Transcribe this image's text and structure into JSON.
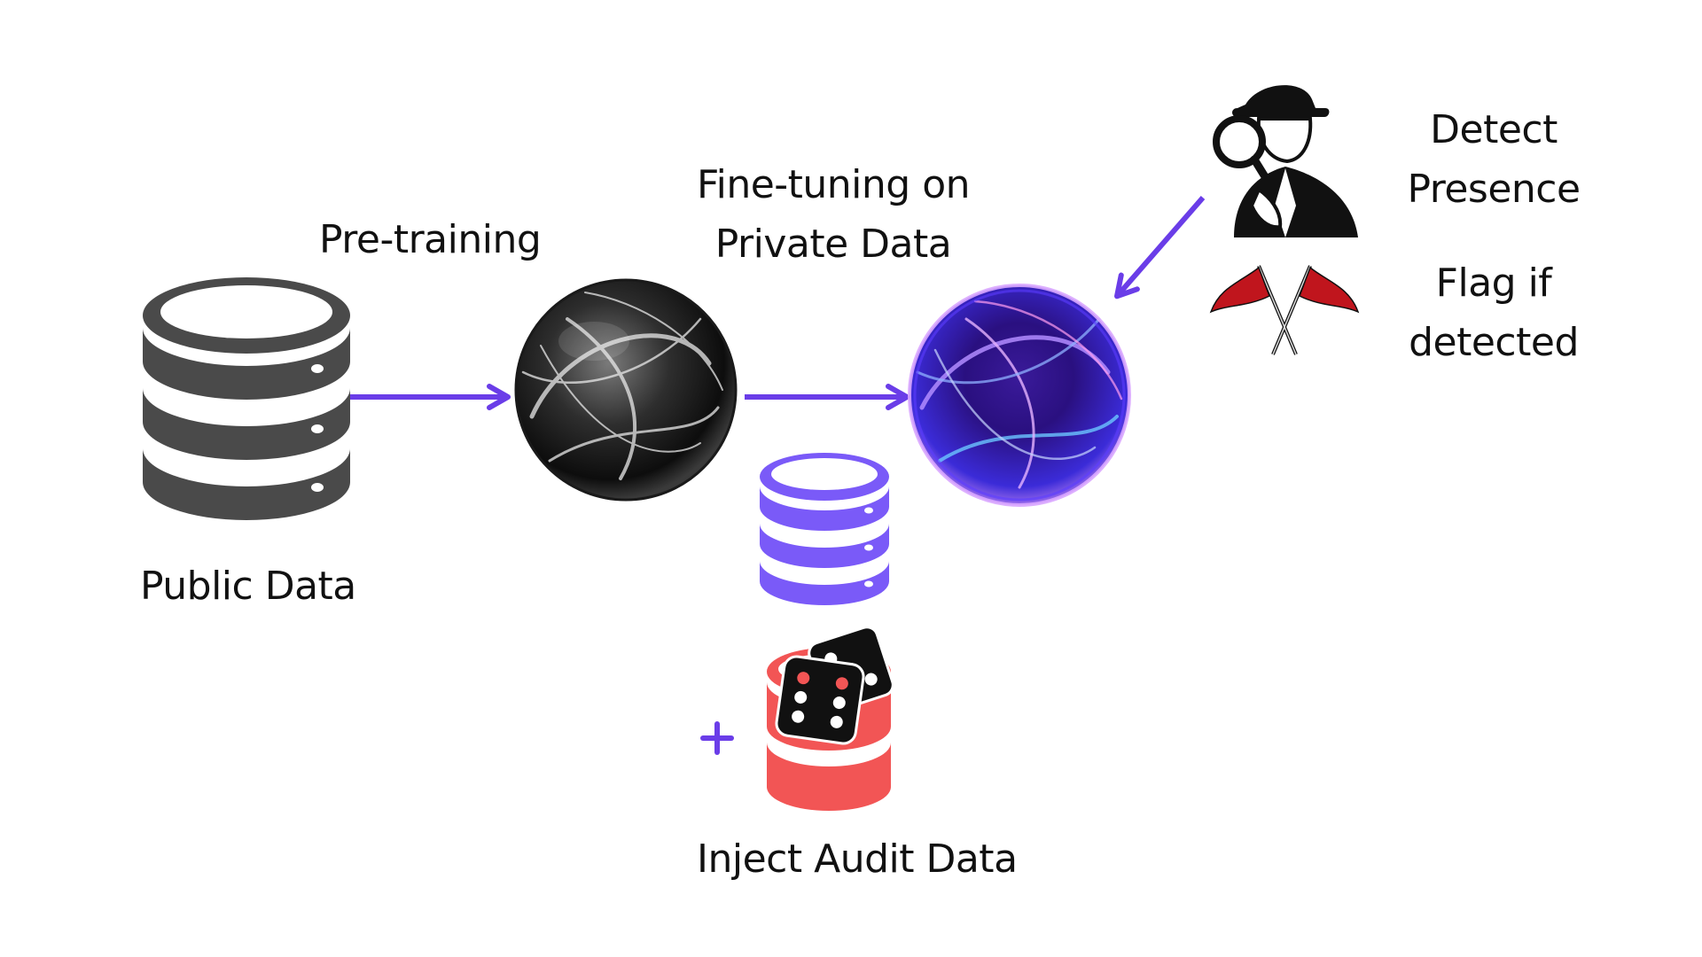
{
  "labels": {
    "pretraining": "Pre-training",
    "finetune_line1": "Fine-tuning on",
    "finetune_line2": "Private Data",
    "public_data": "Public Data",
    "inject_audit": "Inject Audit Data",
    "detect_line1": "Detect",
    "detect_line2": "Presence",
    "flag_line1": "Flag if",
    "flag_line2": "detected",
    "plus": "+"
  },
  "colors": {
    "accent": "#6A3DE8",
    "public_db": "#4A4A4A",
    "private_db": "#7A5AF8",
    "audit_db": "#F25555",
    "flag_red": "#C0151D",
    "dice": "#111111"
  },
  "icons": {
    "public_db": "database-icon",
    "private_db": "database-icon",
    "audit_db": "database-icon",
    "base_model": "smoke-sphere-icon",
    "tuned_model": "glowing-sphere-icon",
    "detective": "detective-icon",
    "flags": "crossed-flags-icon",
    "dice": "dice-icon"
  }
}
